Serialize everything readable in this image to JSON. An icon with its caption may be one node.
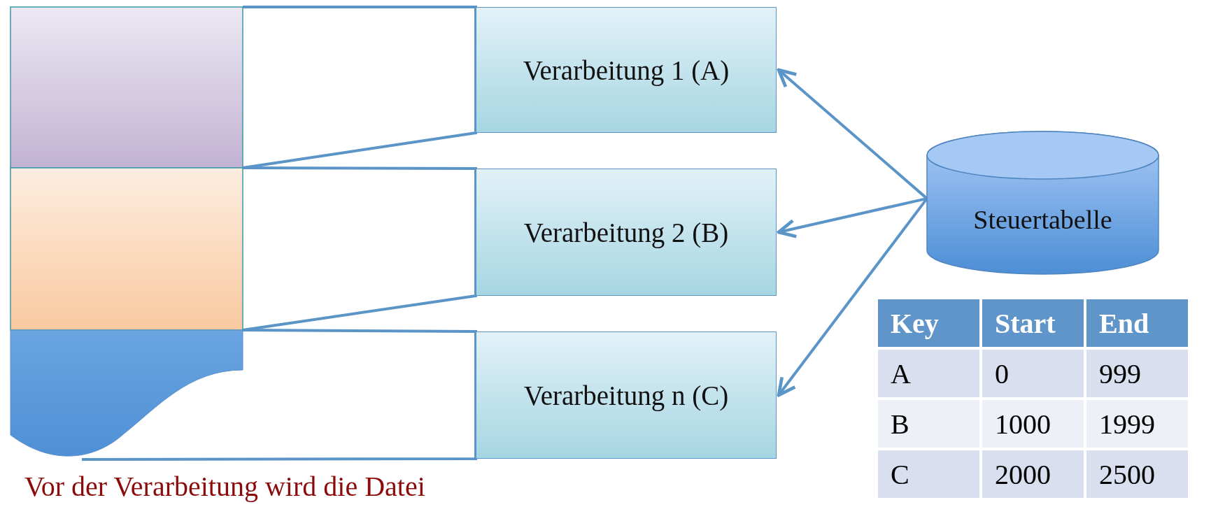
{
  "diagram": {
    "nodes": [
      {
        "text": [],
        "shape": "box"
      },
      {
        "text": [],
        "shape": "box"
      },
      {
        "text": [],
        "shape": "document"
      },
      {
        "text": [
          "Verarbeitung 1 (A)"
        ]
      },
      {
        "text": [
          "Verarbeitung 2 (B)"
        ]
      },
      {
        "text": [
          "Verarbeitung n (C)"
        ]
      },
      {
        "text": [
          "Steuertabelle"
        ]
      }
    ],
    "edges": [
      {
        "from": 0,
        "to": 3,
        "arrow": "none"
      },
      {
        "from": 1,
        "to": 4,
        "arrow": "none"
      },
      {
        "from": 2,
        "to": 5,
        "arrow": "none"
      },
      {
        "from": 6,
        "to": 3,
        "arrow": "to"
      },
      {
        "from": 6,
        "to": 4,
        "arrow": "to"
      },
      {
        "from": 6,
        "to": 5,
        "arrow": "to"
      }
    ],
    "labels": [
      "Key",
      "Start",
      "End",
      "A",
      "0",
      "999",
      "B",
      "1000",
      "1999",
      "C",
      "2000",
      "2500",
      "Vor der Verarbeitung wird die Datei"
    ]
  }
}
